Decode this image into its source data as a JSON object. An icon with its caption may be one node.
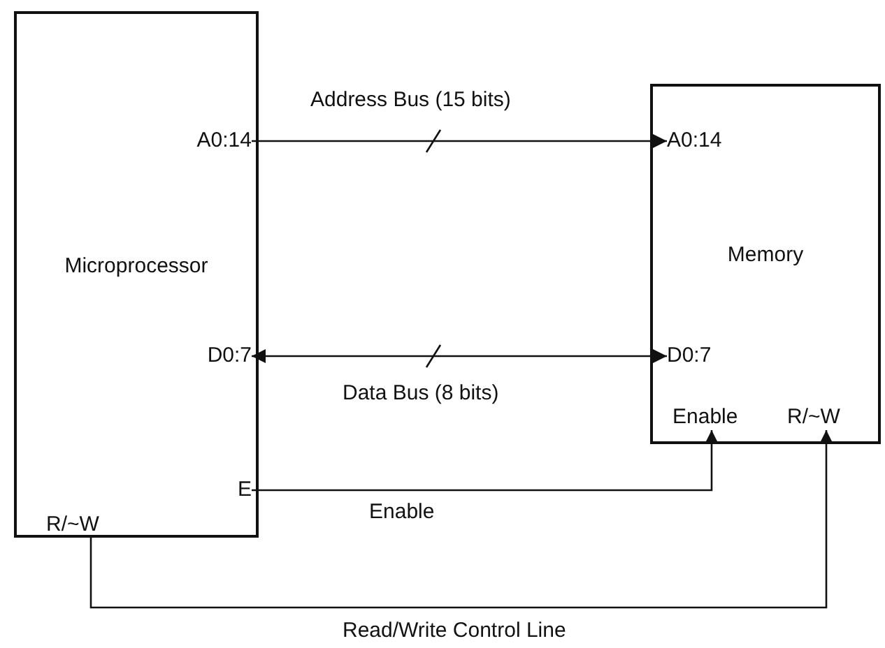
{
  "diagram": {
    "nodes": [
      {
        "text": [
          "Microprocessor"
        ]
      },
      {
        "text": [
          "A0:14"
        ],
        "in": 0
      },
      {
        "text": [
          "D0:7"
        ],
        "in": 0
      },
      {
        "text": [
          "E"
        ],
        "in": 0
      },
      {
        "text": [
          "R/~W"
        ],
        "in": 0
      },
      {
        "text": [
          "Memory"
        ]
      },
      {
        "text": [
          "A0:14"
        ],
        "in": 5
      },
      {
        "text": [
          "D0:7"
        ],
        "in": 5
      },
      {
        "text": [
          "Enable"
        ],
        "in": 5
      },
      {
        "text": [
          "R/~W"
        ],
        "in": 5
      }
    ],
    "edges": [
      {
        "from": 1,
        "to": 6,
        "arrow": "to",
        "label": "Address Bus (15 bits)"
      },
      {
        "from": 2,
        "to": 7,
        "arrow": "both",
        "label": "Data Bus (8 bits)"
      },
      {
        "from": 3,
        "to": 8,
        "arrow": "to",
        "label": "Enable"
      },
      {
        "from": 4,
        "to": 9,
        "arrow": "to",
        "label": "Read/Write Control Line"
      }
    ]
  }
}
